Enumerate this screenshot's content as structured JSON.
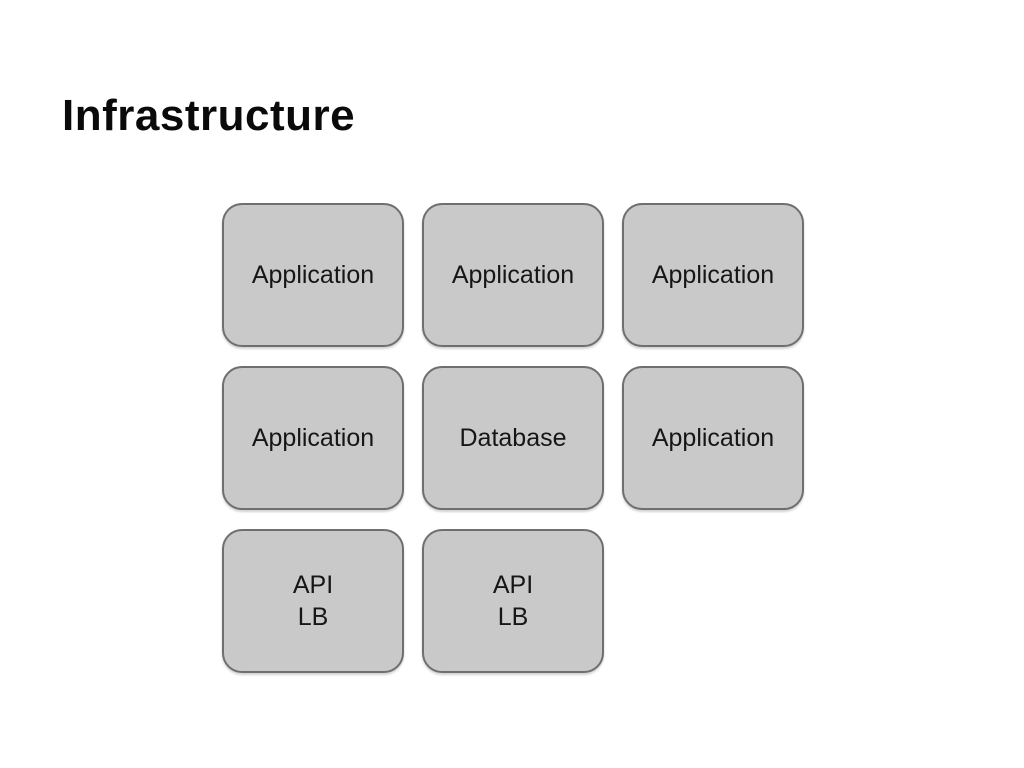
{
  "slide": {
    "title": "Infrastructure",
    "background_color": "#ffffff"
  },
  "colors": {
    "node_fill": "#c9c9c9",
    "node_border": "#6f6f6f",
    "text": "#161616",
    "title_text": "#0a0a0a"
  },
  "diagram": {
    "grid": {
      "columns": 3,
      "rows": 3,
      "note_last_cell_empty": true
    },
    "nodes": [
      {
        "label": "Application"
      },
      {
        "label": "Application"
      },
      {
        "label": "Application"
      },
      {
        "label": "Application"
      },
      {
        "label": "Database"
      },
      {
        "label": "Application"
      },
      {
        "label": "API\nLB"
      },
      {
        "label": "API\nLB"
      }
    ]
  }
}
